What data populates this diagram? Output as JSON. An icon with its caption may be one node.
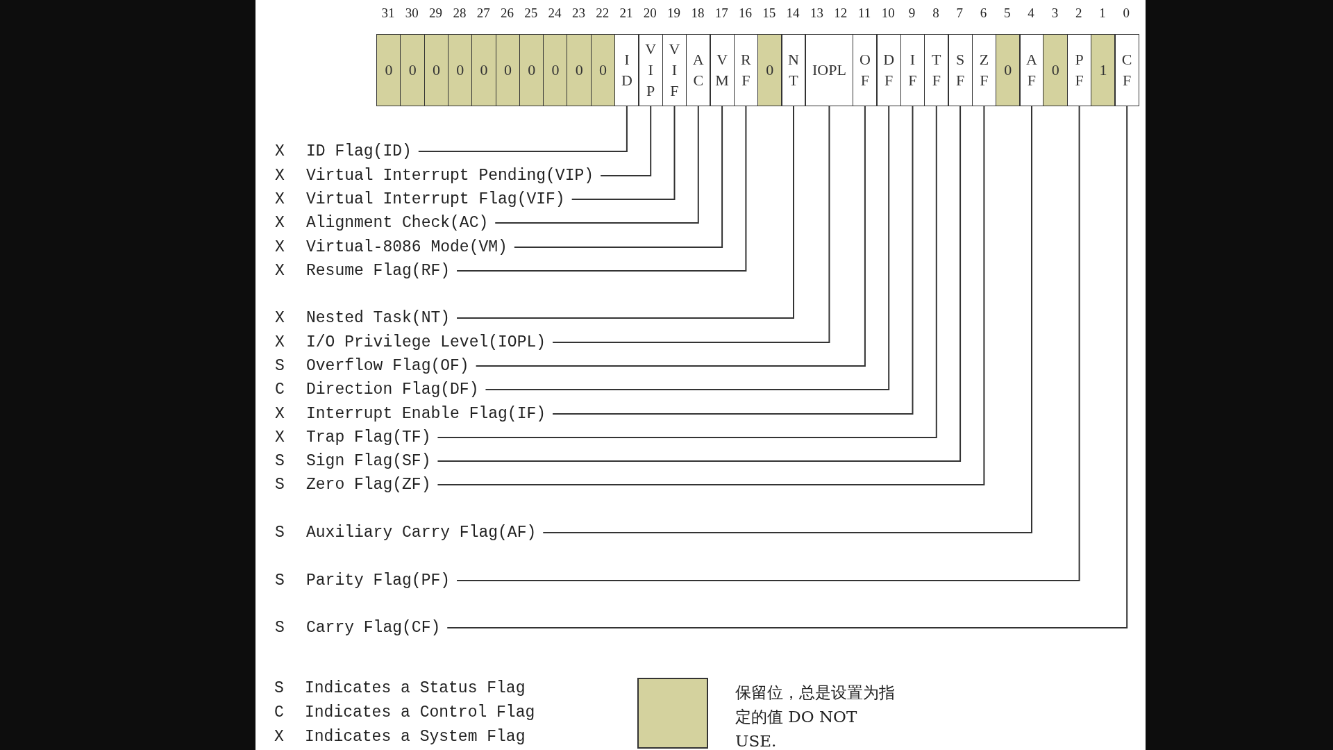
{
  "diagram": {
    "nodes": [
      {
        "text": [
          "0"
        ]
      },
      {
        "text": [
          "0"
        ]
      },
      {
        "text": [
          "0"
        ]
      },
      {
        "text": [
          "0"
        ]
      },
      {
        "text": [
          "0"
        ]
      },
      {
        "text": [
          "0"
        ]
      },
      {
        "text": [
          "0"
        ]
      },
      {
        "text": [
          "0"
        ]
      },
      {
        "text": [
          "0"
        ]
      },
      {
        "text": [
          "0"
        ]
      },
      {
        "text": [
          "I D"
        ]
      },
      {
        "text": [
          "V I P"
        ]
      },
      {
        "text": [
          "V I F"
        ]
      },
      {
        "text": [
          "A C"
        ]
      },
      {
        "text": [
          "V M"
        ]
      },
      {
        "text": [
          "R F"
        ]
      },
      {
        "text": [
          "0"
        ]
      },
      {
        "text": [
          "N T"
        ]
      },
      {
        "text": [
          "IOPL"
        ]
      },
      {
        "text": [
          "O F"
        ]
      },
      {
        "text": [
          "D F"
        ]
      },
      {
        "text": [
          "I F"
        ]
      },
      {
        "text": [
          "T F"
        ]
      },
      {
        "text": [
          "S F"
        ]
      },
      {
        "text": [
          "Z F"
        ]
      },
      {
        "text": [
          "0"
        ]
      },
      {
        "text": [
          "A F"
        ]
      },
      {
        "text": [
          "0"
        ]
      },
      {
        "text": [
          "P F"
        ]
      },
      {
        "text": [
          "1"
        ]
      },
      {
        "text": [
          "C F"
        ]
      },
      {
        "text": [
          "ID Flag(ID)"
        ],
        "beside": [
          "X"
        ]
      },
      {
        "text": [
          "Virtual Interrupt Pending(VIP)"
        ],
        "beside": [
          "X"
        ]
      },
      {
        "text": [
          "Virtual Interrupt Flag(VIF)"
        ],
        "beside": [
          "X"
        ]
      },
      {
        "text": [
          "Alignment Check(AC)"
        ],
        "beside": [
          "X"
        ]
      },
      {
        "text": [
          "Virtual-8086 Mode(VM)"
        ],
        "beside": [
          "X"
        ]
      },
      {
        "text": [
          "Resume Flag(RF)"
        ],
        "beside": [
          "X"
        ]
      },
      {
        "text": [
          "Nested Task(NT)"
        ],
        "beside": [
          "X"
        ]
      },
      {
        "text": [
          "I/O Privilege Level(IOPL)"
        ],
        "beside": [
          "X"
        ]
      },
      {
        "text": [
          "Overflow Flag(OF)"
        ],
        "beside": [
          "S"
        ]
      },
      {
        "text": [
          "Direction Flag(DF)"
        ],
        "beside": [
          "C"
        ]
      },
      {
        "text": [
          "Interrupt Enable Flag(IF)"
        ],
        "beside": [
          "X"
        ]
      },
      {
        "text": [
          "Trap Flag(TF)"
        ],
        "beside": [
          "X"
        ]
      },
      {
        "text": [
          "Sign Flag(SF)"
        ],
        "beside": [
          "S"
        ]
      },
      {
        "text": [
          "Zero Flag(ZF)"
        ],
        "beside": [
          "S"
        ]
      },
      {
        "text": [
          "Auxiliary Carry Flag(AF)"
        ],
        "beside": [
          "S"
        ]
      },
      {
        "text": [
          "Parity Flag(PF)"
        ],
        "beside": [
          "S"
        ]
      },
      {
        "text": [
          "Carry Flag(CF)"
        ],
        "beside": [
          "S"
        ]
      }
    ],
    "edges": [
      {
        "from": 31,
        "to": 10,
        "arrow": "none"
      },
      {
        "from": 32,
        "to": 11,
        "arrow": "none"
      },
      {
        "from": 33,
        "to": 12,
        "arrow": "none"
      },
      {
        "from": 34,
        "to": 13,
        "arrow": "none"
      },
      {
        "from": 35,
        "to": 14,
        "arrow": "none"
      },
      {
        "from": 36,
        "to": 15,
        "arrow": "none"
      },
      {
        "from": 37,
        "to": 17,
        "arrow": "none"
      },
      {
        "from": 38,
        "to": 18,
        "arrow": "none"
      },
      {
        "from": 39,
        "to": 19,
        "arrow": "none"
      },
      {
        "from": 40,
        "to": 20,
        "arrow": "none"
      },
      {
        "from": 41,
        "to": 21,
        "arrow": "none"
      },
      {
        "from": 42,
        "to": 22,
        "arrow": "none"
      },
      {
        "from": 43,
        "to": 23,
        "arrow": "none"
      },
      {
        "from": 44,
        "to": 24,
        "arrow": "none"
      },
      {
        "from": 45,
        "to": 26,
        "arrow": "none"
      },
      {
        "from": 46,
        "to": 28,
        "arrow": "none"
      },
      {
        "from": 47,
        "to": 30,
        "arrow": "none"
      }
    ],
    "labels": [
      "31",
      "30",
      "29",
      "28",
      "27",
      "26",
      "25",
      "24",
      "23",
      "22",
      "21",
      "20",
      "19",
      "18",
      "17",
      "16",
      "15",
      "14",
      "13",
      "12",
      "11",
      "10",
      "9",
      "8",
      "7",
      "6",
      "5",
      "4",
      "3",
      "2",
      "1",
      "0",
      "S",
      "Indicates a Status Flag",
      "C",
      "Indicates a Control Flag",
      "X",
      "Indicates a System Flag"
    ],
    "legend": [
      {
        "text": "保留位，总是设置为指定的值 DO NOT USE.",
        "color": "#d4d29e"
      }
    ]
  }
}
